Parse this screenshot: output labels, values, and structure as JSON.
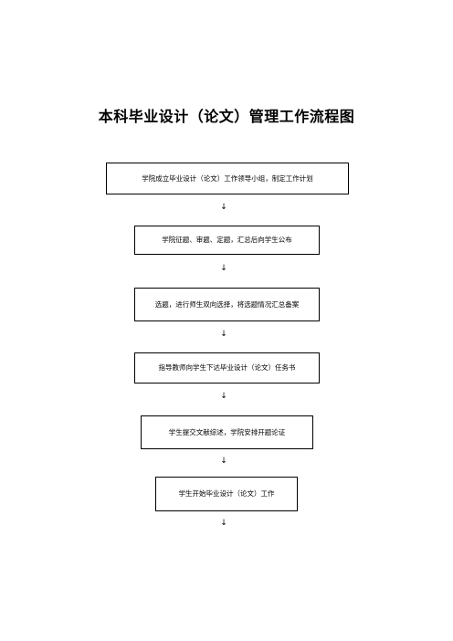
{
  "title": "本科毕业设计（论文）管理工作流程图",
  "steps": [
    "学院成立毕业设计（论文）工作领导小组，制定工作计划",
    "学院征题、审题、定题，汇总后向学生公布",
    "选题，进行师生双向选择，将选题情况汇总备案",
    "指导教师向学生下达毕业设计（论文）任务书",
    "学生提交文献综述，学院安排开题论证",
    "学生开始毕业设计（论文）工作"
  ],
  "arrow_glyph": "↓"
}
